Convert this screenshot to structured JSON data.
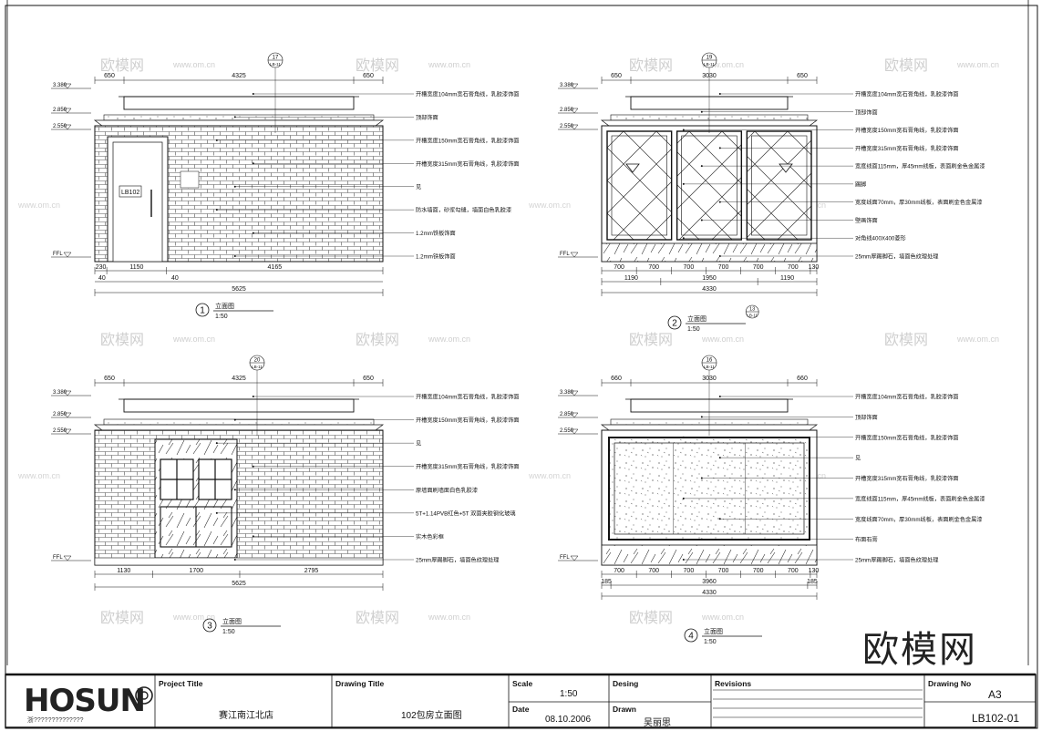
{
  "views": [
    {
      "id": "v1",
      "num": "1",
      "title": "立面图",
      "scale": "1:50",
      "dims_top": [
        "650",
        "4325",
        "650"
      ],
      "dims_bottom1": [
        "230",
        "1150",
        "4165"
      ],
      "dims_bottom2": [
        "40",
        "40"
      ],
      "dim_total": "5625",
      "levels": [
        "3.380",
        "2.850",
        "2.550",
        "FFL"
      ],
      "door_tag": "LB102",
      "ref_top": "17",
      "ref_top_sheet": "LB-11",
      "notes": [
        "开槽宽度104mm宽石膏角线，乳胶漆饰面",
        "顶部饰面",
        "开槽宽度150mm宽石膏角线，乳胶漆饰面",
        "开槽宽度315mm宽石膏角线，乳胶漆饰面",
        "见",
        "防水墙面，砂浆勾缝，墙面白色乳胶漆",
        "1.2mm铁板饰面",
        "1.2mm铁板饰面"
      ]
    },
    {
      "id": "v2",
      "num": "2",
      "title": "立面图",
      "scale": "1:50",
      "dims_top": [
        "650",
        "3030",
        "650"
      ],
      "dims_bottom1": [
        "700",
        "700",
        "700",
        "700",
        "700",
        "700",
        "130"
      ],
      "dims_bottom2": [
        "1190",
        "1950",
        "1190"
      ],
      "dim_total": "4330",
      "levels": [
        "3.380",
        "2.850",
        "2.550",
        "FFL"
      ],
      "ref_top": "19",
      "ref_top_sheet": "LB-11",
      "ref_bottom": "13",
      "ref_bottom_sheet": "LB-11",
      "notes": [
        "开槽宽度104mm宽石膏角线，乳胶漆饰面",
        "顶部饰面",
        "开槽宽度150mm宽石膏角线，乳胶漆饰面",
        "开槽宽度315mm宽石膏角线，乳胶漆饰面",
        "宽度线面115mm，厚45mm线板，表面刷金色金属漆",
        "踢脚",
        "宽度线面70mm，厚30mm线板，表面刷金色金属漆",
        "壁画饰面",
        "对角线400X400菱形",
        "25mm厚踢脚石，墙面色纹理处理"
      ]
    },
    {
      "id": "v3",
      "num": "3",
      "title": "立面图",
      "scale": "1:50",
      "dims_top": [
        "650",
        "4325",
        "650"
      ],
      "dims_bottom1": [
        "1130",
        "1700",
        "2795"
      ],
      "dim_total": "5625",
      "levels": [
        "3.380",
        "2.850",
        "2.550",
        "FFL"
      ],
      "ref_top": "20",
      "ref_top_sheet": "LB-11",
      "notes": [
        "开槽宽度104mm宽石膏角线，乳胶漆饰面",
        "开槽宽度150mm宽石膏角线，乳胶漆饰面",
        "见",
        "开槽宽度315mm宽石膏角线，乳胶漆饰面",
        "原墙面刷墙面白色乳胶漆",
        "5T+1.14PVB红色+5T 双面夹胶钢化玻璃",
        "实木色彩框",
        "25mm厚踢脚石，墙面色纹理处理"
      ]
    },
    {
      "id": "v4",
      "num": "4",
      "title": "立面图",
      "scale": "1:50",
      "dims_top": [
        "660",
        "3030",
        "660"
      ],
      "dims_bottom1": [
        "700",
        "700",
        "700",
        "700",
        "700",
        "700",
        "130"
      ],
      "dims_bottom2": [
        "185",
        "3960",
        "185"
      ],
      "dim_total": "4330",
      "levels": [
        "3.380",
        "2.850",
        "2.550",
        "FFL"
      ],
      "ref_top": "16",
      "ref_top_sheet": "LB-11",
      "notes": [
        "开槽宽度104mm宽石膏角线，乳胶漆饰面",
        "顶部饰面",
        "开槽宽度150mm宽石膏角线，乳胶漆饰面",
        "见",
        "开槽宽度315mm宽石膏角线，乳胶漆饰面",
        "宽度线面115mm，厚45mm线板，表面刷金色金属漆",
        "宽度线面70mm，厚30mm线板，表面刷金色金属漆",
        "布面石膏",
        "25mm厚踢脚石，墙面色纹理处理"
      ]
    }
  ],
  "watermark": {
    "site": "www.om.cn",
    "brand": "欧模网"
  },
  "title_block": {
    "logo": "HOSUN",
    "logo_sub": "浙??????????????",
    "project_title_label": "Project Title",
    "project_title": "赛江南江北店",
    "drawing_title_label": "Drawing Title",
    "drawing_title": "102包房立面图",
    "scale_label": "Scale",
    "scale": "1:50",
    "date_label": "Date",
    "date": "08.10.2006",
    "design_label": "Desing",
    "drawn_label": "Drawn",
    "drawn": "吴丽思",
    "revisions_label": "Revisions",
    "drawing_no_label": "Drawing No",
    "sheet_size": "A3",
    "drawing_no": "LB102-01"
  },
  "colors": {
    "line": "#111111",
    "watermark": "#c8c8c8"
  }
}
